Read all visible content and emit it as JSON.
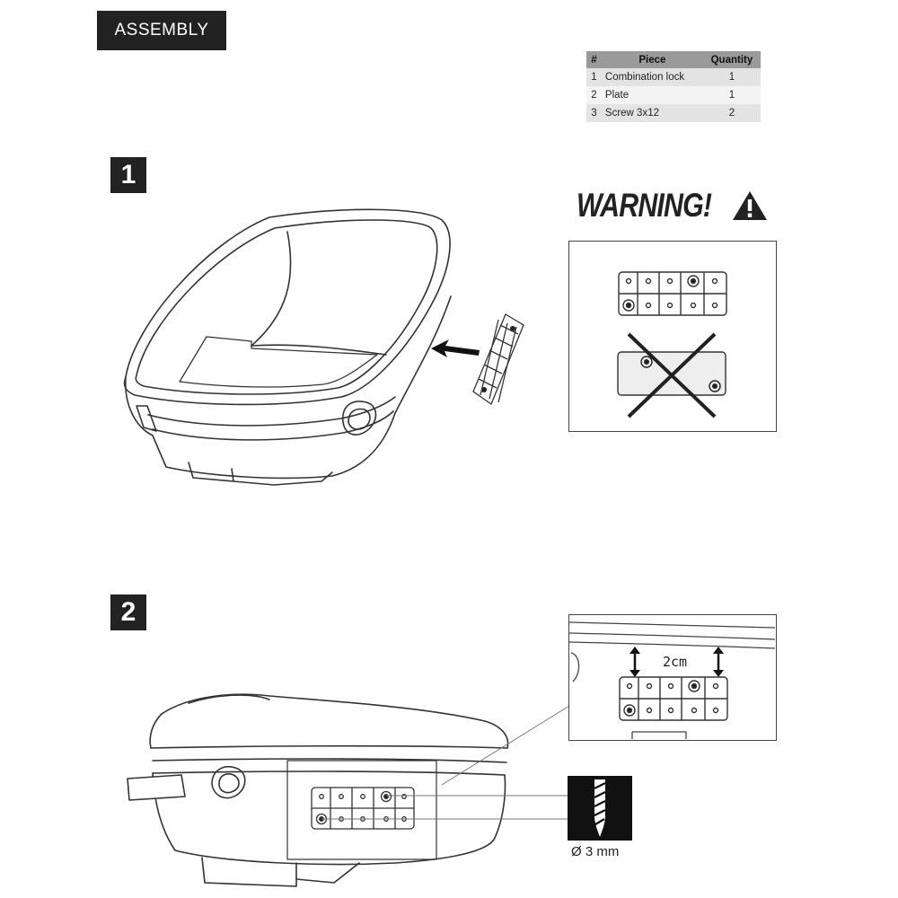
{
  "header": {
    "title": "ASSEMBLY"
  },
  "parts_table": {
    "headers": [
      "#",
      "Piece",
      "Quantity"
    ],
    "rows": [
      [
        "1",
        "Combination lock",
        "1"
      ],
      [
        "2",
        "Plate",
        "1"
      ],
      [
        "3",
        "Screw 3x12",
        "2"
      ]
    ]
  },
  "steps": [
    {
      "number": "1"
    },
    {
      "number": "2"
    }
  ],
  "warning": {
    "title": "WARNING!",
    "icon": "warning-triangle-icon"
  },
  "step2": {
    "distance_label": "2cm",
    "drill_label": "Ø 3 mm",
    "drill_icon": "drill-bit-icon"
  }
}
